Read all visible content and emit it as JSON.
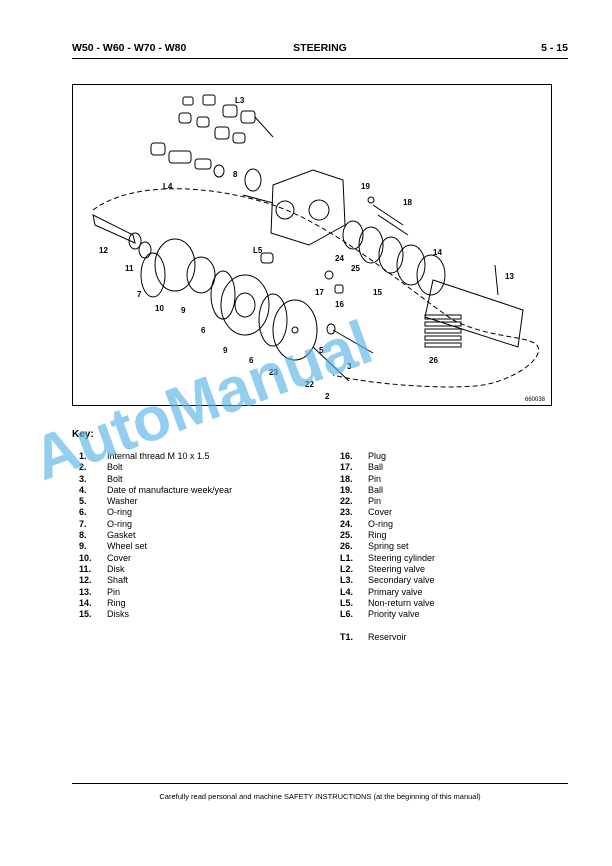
{
  "header": {
    "left": "W50 - W60 - W70 - W80",
    "center": "STEERING",
    "right": "5 - 15"
  },
  "figure": {
    "ref": "660038",
    "labels": [
      "L3",
      "L4",
      "8",
      "19",
      "18",
      "L5",
      "14",
      "13",
      "12",
      "11",
      "7",
      "10",
      "9",
      "6",
      "24",
      "25",
      "15",
      "17",
      "16",
      "5",
      "9",
      "6",
      "23",
      "3",
      "22",
      "2",
      "26"
    ]
  },
  "key_title": "Key:",
  "key_left": [
    {
      "num": "1.",
      "text": "Internal thread M 10 x 1.5"
    },
    {
      "num": "2.",
      "text": "Bolt"
    },
    {
      "num": "3.",
      "text": "Bolt"
    },
    {
      "num": "4.",
      "text": "Date of manufacture week/year"
    },
    {
      "num": "5.",
      "text": "Washer"
    },
    {
      "num": "6.",
      "text": "O-ring"
    },
    {
      "num": "7.",
      "text": "O-ring"
    },
    {
      "num": "8.",
      "text": "Gasket"
    },
    {
      "num": "9.",
      "text": "Wheel set"
    },
    {
      "num": "10.",
      "text": "Cover"
    },
    {
      "num": "11.",
      "text": "Disk"
    },
    {
      "num": "12.",
      "text": "Shaft"
    },
    {
      "num": "13.",
      "text": "Pin"
    },
    {
      "num": "14.",
      "text": "Ring"
    },
    {
      "num": "15.",
      "text": "Disks"
    }
  ],
  "key_right": [
    {
      "num": "16.",
      "text": "Plug"
    },
    {
      "num": "17.",
      "text": "Ball"
    },
    {
      "num": "18.",
      "text": "Pin"
    },
    {
      "num": "19.",
      "text": "Ball"
    },
    {
      "num": "22.",
      "text": "Pin"
    },
    {
      "num": "23.",
      "text": "Cover"
    },
    {
      "num": "24.",
      "text": "O-ring"
    },
    {
      "num": "25.",
      "text": "Ring"
    },
    {
      "num": "26.",
      "text": "Spring set"
    },
    {
      "num": "L1.",
      "text": "Steering cylinder"
    },
    {
      "num": "L2.",
      "text": "Steering valve"
    },
    {
      "num": "L3.",
      "text": "Secondary valve"
    },
    {
      "num": "L4.",
      "text": "Primary valve"
    },
    {
      "num": "L5.",
      "text": "Non-return valve"
    },
    {
      "num": "L6.",
      "text": "Priority valve"
    },
    {
      "num": "T1.",
      "text": "Reservoir"
    }
  ],
  "footer": "Carefully read personal and machine SAFETY INSTRUCTIONS (at the beginning of this manual)",
  "watermark": "AutoManual"
}
